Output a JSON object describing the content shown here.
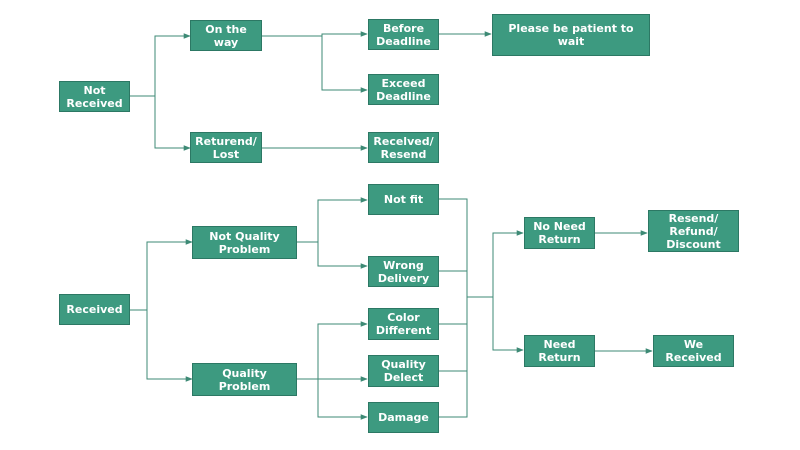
{
  "diagram": {
    "colors": {
      "node_fill": "#3d9a80",
      "node_border": "#2c7864",
      "node_text": "#ffffff",
      "connector": "#3d8a75"
    },
    "nodes": {
      "not_received": "Not\nReceived",
      "on_the_way": "On the way",
      "before_deadline": "Before\nDeadline",
      "please_wait": "Please be patient to wait",
      "exceed_deadline": "Exceed\nDeadline",
      "returned_lost": "Returend/\nLost",
      "received_resend": "Recelved/\nResend",
      "received": "Received",
      "not_quality_problem": "Not Quality\nProblem",
      "quality_problem": "Quality Problem",
      "not_fit": "Not fit",
      "wrong_delivery": "Wrong\nDelivery",
      "color_different": "Color\nDifferent",
      "quality_defect": "Quality\nDelect",
      "damage": "Damage",
      "no_need_return": "No Need\nReturn",
      "need_return": "Need\nReturn",
      "resend_refund_discount": "Resend/\nRefund/\nDiscount",
      "we_received": "We Received"
    }
  }
}
